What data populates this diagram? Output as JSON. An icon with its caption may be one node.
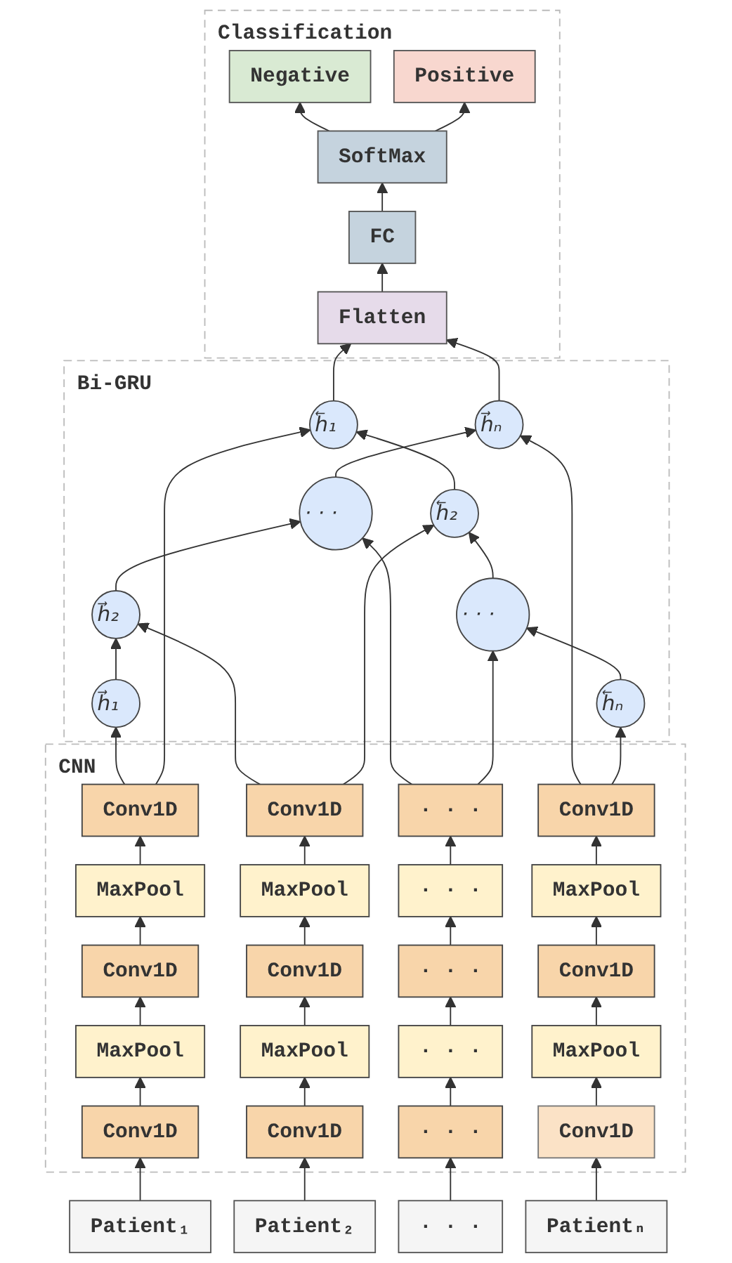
{
  "diagram": {
    "nodes": [
      {
        "text": [
          "Classification"
        ]
      },
      {
        "text": [
          "Negative"
        ],
        "in": 0
      },
      {
        "text": [
          "Positive"
        ],
        "in": 0
      },
      {
        "text": [
          "SoftMax"
        ],
        "in": 0
      },
      {
        "text": [
          "FC"
        ],
        "in": 0
      },
      {
        "text": [
          "Flatten"
        ],
        "in": 0
      },
      {
        "text": [
          "Bi-GRU"
        ]
      },
      {
        "text": [
          "h⃖₁"
        ],
        "in": 6
      },
      {
        "text": [
          "h⃖₂"
        ],
        "in": 6
      },
      {
        "text": [
          "· · ·"
        ],
        "in": 6
      },
      {
        "text": [
          "h⃖ₙ"
        ],
        "in": 6
      },
      {
        "text": [
          "h⃗₁"
        ],
        "in": 6
      },
      {
        "text": [
          "h⃗₂"
        ],
        "in": 6
      },
      {
        "text": [
          "· · ·"
        ],
        "in": 6
      },
      {
        "text": [
          "h⃗ₙ"
        ],
        "in": 6
      },
      {
        "text": [
          "CNN"
        ]
      },
      {
        "text": [
          "Conv1D"
        ],
        "in": 15
      },
      {
        "text": [
          "Conv1D"
        ],
        "in": 15
      },
      {
        "text": [
          "· · ·"
        ],
        "in": 15
      },
      {
        "text": [
          "Conv1D"
        ],
        "in": 15
      },
      {
        "text": [
          "MaxPool"
        ],
        "in": 15
      },
      {
        "text": [
          "MaxPool"
        ],
        "in": 15
      },
      {
        "text": [
          "· · ·"
        ],
        "in": 15
      },
      {
        "text": [
          "MaxPool"
        ],
        "in": 15
      },
      {
        "text": [
          "Conv1D"
        ],
        "in": 15
      },
      {
        "text": [
          "Conv1D"
        ],
        "in": 15
      },
      {
        "text": [
          "· · ·"
        ],
        "in": 15
      },
      {
        "text": [
          "Conv1D"
        ],
        "in": 15
      },
      {
        "text": [
          "MaxPool"
        ],
        "in": 15
      },
      {
        "text": [
          "MaxPool"
        ],
        "in": 15
      },
      {
        "text": [
          "· · ·"
        ],
        "in": 15
      },
      {
        "text": [
          "MaxPool"
        ],
        "in": 15
      },
      {
        "text": [
          "Conv1D"
        ],
        "in": 15
      },
      {
        "text": [
          "Conv1D"
        ],
        "in": 15
      },
      {
        "text": [
          "· · ·"
        ],
        "in": 15
      },
      {
        "text": [
          "Conv1D"
        ],
        "in": 15
      },
      {
        "text": [
          "Patient₁"
        ]
      },
      {
        "text": [
          "Patient₂"
        ]
      },
      {
        "text": [
          "· · ·"
        ]
      },
      {
        "text": [
          "Patientₙ"
        ]
      }
    ],
    "edges": [
      {
        "from": 3,
        "to": 1,
        "arrow": "to"
      },
      {
        "from": 3,
        "to": 2,
        "arrow": "to"
      },
      {
        "from": 4,
        "to": 3,
        "arrow": "to"
      },
      {
        "from": 5,
        "to": 4,
        "arrow": "to"
      },
      {
        "from": 7,
        "to": 5,
        "arrow": "to"
      },
      {
        "from": 14,
        "to": 5,
        "arrow": "to"
      },
      {
        "from": 10,
        "to": 9,
        "arrow": "to"
      },
      {
        "from": 9,
        "to": 8,
        "arrow": "to"
      },
      {
        "from": 8,
        "to": 7,
        "arrow": "to"
      },
      {
        "from": 11,
        "to": 12,
        "arrow": "to"
      },
      {
        "from": 12,
        "to": 13,
        "arrow": "to"
      },
      {
        "from": 13,
        "to": 14,
        "arrow": "to"
      },
      {
        "from": 16,
        "to": 11,
        "arrow": "to"
      },
      {
        "from": 16,
        "to": 7,
        "arrow": "to"
      },
      {
        "from": 17,
        "to": 12,
        "arrow": "to"
      },
      {
        "from": 17,
        "to": 8,
        "arrow": "to"
      },
      {
        "from": 18,
        "to": 13,
        "arrow": "to"
      },
      {
        "from": 18,
        "to": 9,
        "arrow": "to"
      },
      {
        "from": 19,
        "to": 14,
        "arrow": "to"
      },
      {
        "from": 19,
        "to": 10,
        "arrow": "to"
      },
      {
        "from": 20,
        "to": 16,
        "arrow": "to"
      },
      {
        "from": 21,
        "to": 17,
        "arrow": "to"
      },
      {
        "from": 22,
        "to": 18,
        "arrow": "to"
      },
      {
        "from": 23,
        "to": 19,
        "arrow": "to"
      },
      {
        "from": 24,
        "to": 20,
        "arrow": "to"
      },
      {
        "from": 25,
        "to": 21,
        "arrow": "to"
      },
      {
        "from": 26,
        "to": 22,
        "arrow": "to"
      },
      {
        "from": 27,
        "to": 23,
        "arrow": "to"
      },
      {
        "from": 28,
        "to": 24,
        "arrow": "to"
      },
      {
        "from": 29,
        "to": 25,
        "arrow": "to"
      },
      {
        "from": 30,
        "to": 26,
        "arrow": "to"
      },
      {
        "from": 31,
        "to": 27,
        "arrow": "to"
      },
      {
        "from": 32,
        "to": 28,
        "arrow": "to"
      },
      {
        "from": 33,
        "to": 29,
        "arrow": "to"
      },
      {
        "from": 34,
        "to": 30,
        "arrow": "to"
      },
      {
        "from": 35,
        "to": 31,
        "arrow": "to"
      },
      {
        "from": 36,
        "to": 32,
        "arrow": "to"
      },
      {
        "from": 37,
        "to": 33,
        "arrow": "to"
      },
      {
        "from": 38,
        "to": 34,
        "arrow": "to"
      },
      {
        "from": 39,
        "to": 35,
        "arrow": "to"
      }
    ]
  }
}
